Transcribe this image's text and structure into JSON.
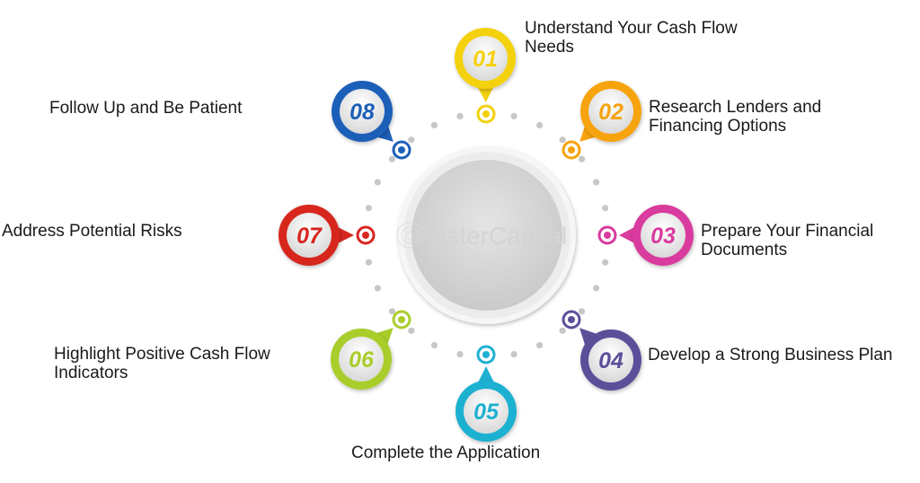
{
  "watermark": "FasterCapital",
  "steps": [
    {
      "num": "01",
      "label": "Understand Your Cash Flow\nNeeds",
      "color": "#f4d10f"
    },
    {
      "num": "02",
      "label": "Research Lenders and\nFinancing Options",
      "color": "#f7a30e"
    },
    {
      "num": "03",
      "label": "Prepare Your Financial\nDocuments",
      "color": "#d93b9e"
    },
    {
      "num": "04",
      "label": "Develop a Strong Business Plan",
      "color": "#5b4f9a"
    },
    {
      "num": "05",
      "label": "Complete the Application",
      "color": "#1fb0d1"
    },
    {
      "num": "06",
      "label": "Highlight Positive Cash Flow\nIndicators",
      "color": "#a9cd2b"
    },
    {
      "num": "07",
      "label": "Address Potential Risks",
      "color": "#d7261f"
    },
    {
      "num": "08",
      "label": "Follow Up and Be Patient",
      "color": "#1d5fb8"
    }
  ]
}
